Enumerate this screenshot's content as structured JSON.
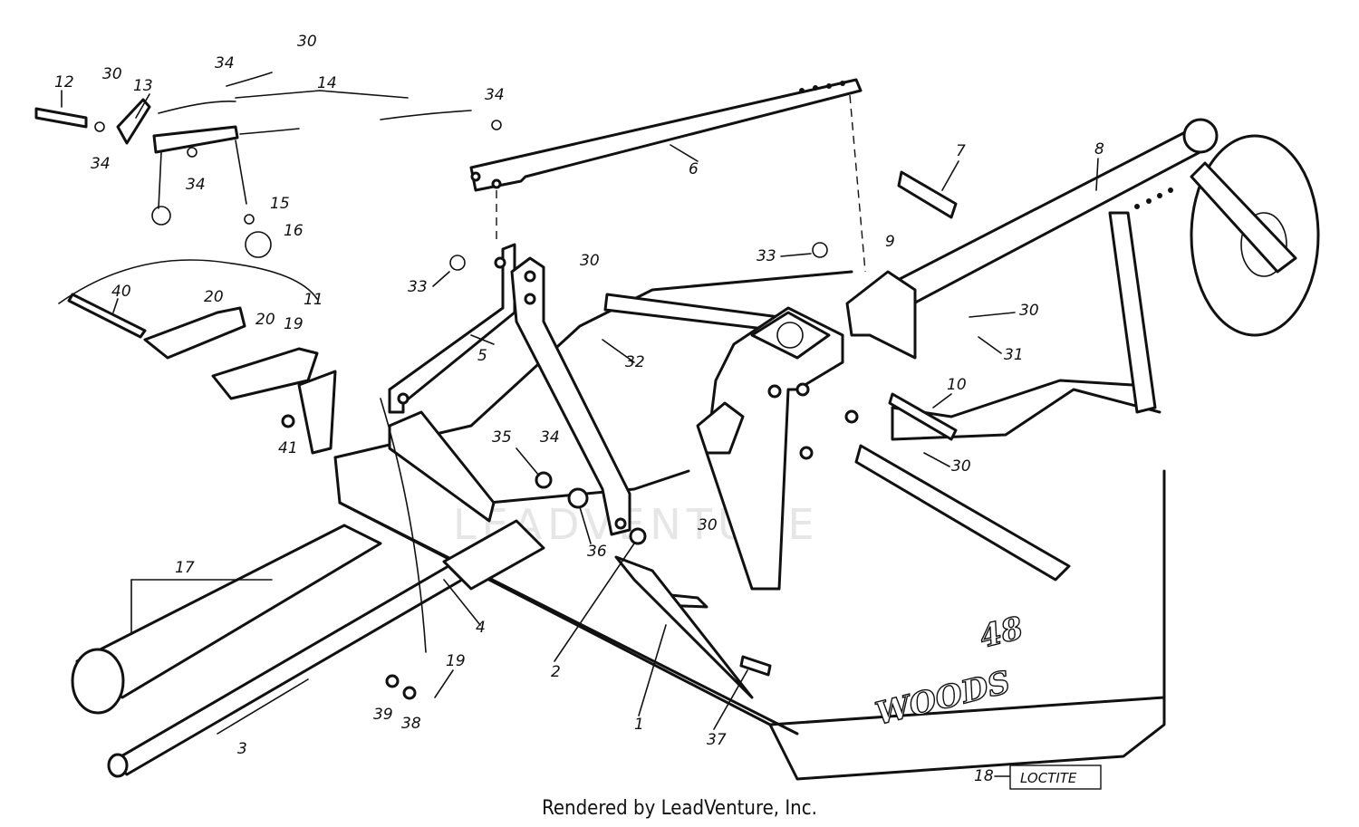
{
  "watermark": "LEADVENTURE",
  "footer": "Rendered by LeadVenture, Inc.",
  "brand_left": "WOODS",
  "brand_right": "48",
  "loctite": {
    "number": "18",
    "label": "LOCTITE"
  },
  "callouts": [
    {
      "id": "c12",
      "text": "12"
    },
    {
      "id": "c30a",
      "text": "30"
    },
    {
      "id": "c13",
      "text": "13"
    },
    {
      "id": "c34a",
      "text": "34"
    },
    {
      "id": "c30b",
      "text": "30"
    },
    {
      "id": "c14",
      "text": "14"
    },
    {
      "id": "c34b",
      "text": "34"
    },
    {
      "id": "c34c",
      "text": "34"
    },
    {
      "id": "c34d",
      "text": "34"
    },
    {
      "id": "c15",
      "text": "15"
    },
    {
      "id": "c16",
      "text": "16"
    },
    {
      "id": "c6",
      "text": "6"
    },
    {
      "id": "c7",
      "text": "7"
    },
    {
      "id": "c8",
      "text": "8"
    },
    {
      "id": "c9",
      "text": "9"
    },
    {
      "id": "c33a",
      "text": "33"
    },
    {
      "id": "c33b",
      "text": "33"
    },
    {
      "id": "c30c",
      "text": "30"
    },
    {
      "id": "c5",
      "text": "5"
    },
    {
      "id": "c32",
      "text": "32"
    },
    {
      "id": "c40",
      "text": "40"
    },
    {
      "id": "c20a",
      "text": "20"
    },
    {
      "id": "c20b",
      "text": "20"
    },
    {
      "id": "c11",
      "text": "11"
    },
    {
      "id": "c19a",
      "text": "19"
    },
    {
      "id": "c41",
      "text": "41"
    },
    {
      "id": "c35",
      "text": "35"
    },
    {
      "id": "c34e",
      "text": "34"
    },
    {
      "id": "c36",
      "text": "36"
    },
    {
      "id": "c30d",
      "text": "30"
    },
    {
      "id": "c31",
      "text": "31"
    },
    {
      "id": "c10",
      "text": "10"
    },
    {
      "id": "c30e",
      "text": "30"
    },
    {
      "id": "c30f",
      "text": "30"
    },
    {
      "id": "c17",
      "text": "17"
    },
    {
      "id": "c4",
      "text": "4"
    },
    {
      "id": "c2",
      "text": "2"
    },
    {
      "id": "c19b",
      "text": "19"
    },
    {
      "id": "c39",
      "text": "39"
    },
    {
      "id": "c38",
      "text": "38"
    },
    {
      "id": "c3",
      "text": "3"
    },
    {
      "id": "c1",
      "text": "1"
    },
    {
      "id": "c37",
      "text": "37"
    }
  ]
}
